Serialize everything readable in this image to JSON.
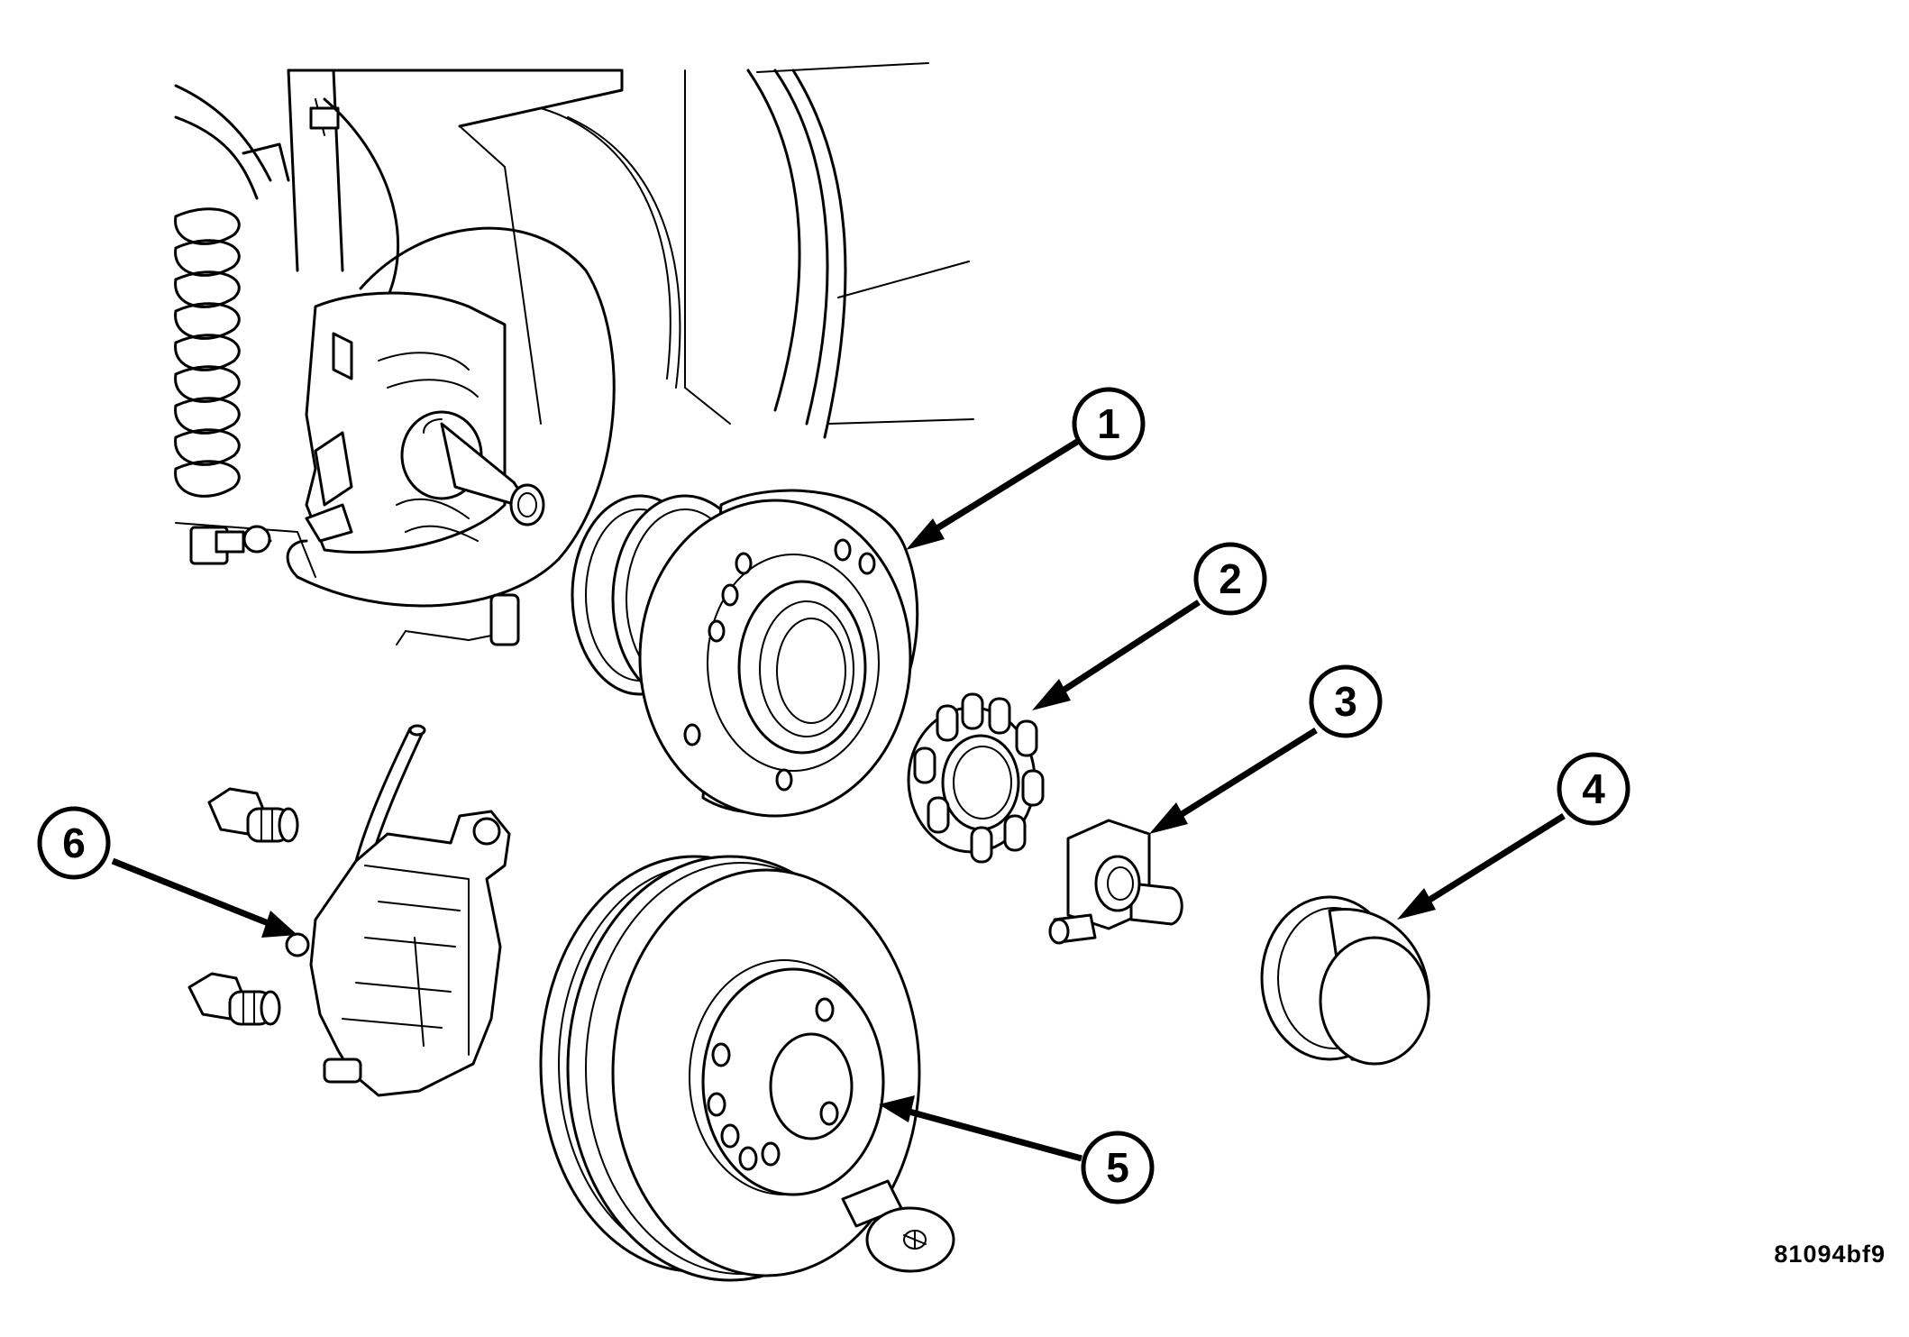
{
  "figure_code": "81094bf9",
  "callouts": [
    {
      "id": "1",
      "label": "1"
    },
    {
      "id": "2",
      "label": "2"
    },
    {
      "id": "3",
      "label": "3"
    },
    {
      "id": "4",
      "label": "4"
    },
    {
      "id": "5",
      "label": "5"
    },
    {
      "id": "6",
      "label": "6"
    }
  ],
  "colors": {
    "ink": "#000000",
    "paper": "#ffffff"
  }
}
